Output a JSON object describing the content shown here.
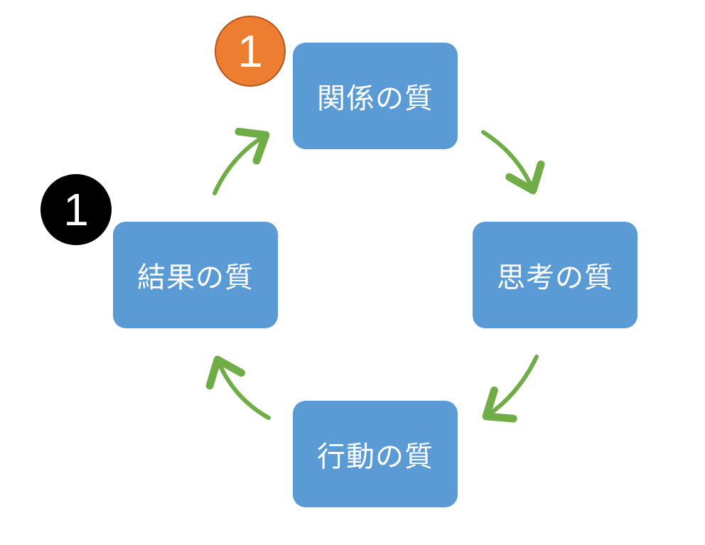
{
  "colors": {
    "node_fill": "#5b9bd5",
    "node_text": "#ffffff",
    "arrow": "#70ad47",
    "badge_orange": "#ed7d31",
    "badge_black": "#000000"
  },
  "nodes": {
    "relationship": "関係の質",
    "thinking": "思考の質",
    "action": "行動の質",
    "result": "結果の質"
  },
  "badges": {
    "orange": "1",
    "black": "1"
  }
}
